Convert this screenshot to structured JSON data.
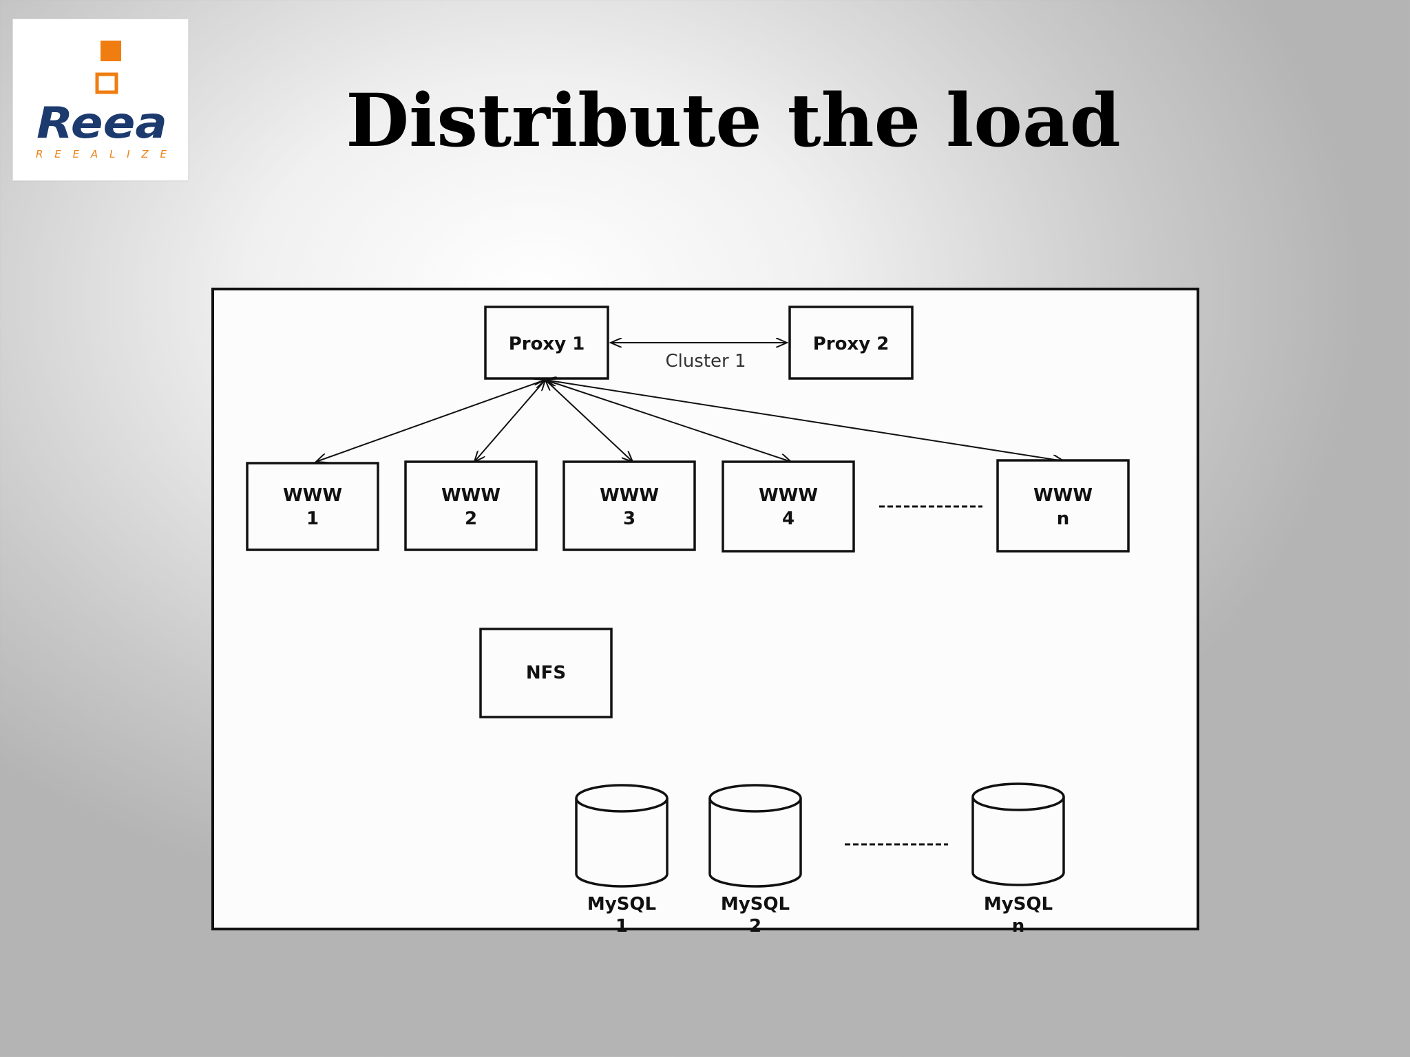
{
  "slide": {
    "title": "Distribute the load"
  },
  "logo": {
    "name": "Reea",
    "tagline": "REEALIZE",
    "colors": {
      "orange": "#f07d10",
      "navy": "#1c3a6e"
    }
  },
  "diagram": {
    "proxies": [
      {
        "label": "Proxy 1"
      },
      {
        "label": "Proxy 2"
      }
    ],
    "cluster_label": "Cluster 1",
    "web_servers": [
      {
        "line1": "WWW",
        "line2": "1"
      },
      {
        "line1": "WWW",
        "line2": "2"
      },
      {
        "line1": "WWW",
        "line2": "3"
      },
      {
        "line1": "WWW",
        "line2": "4"
      },
      {
        "line1": "WWW",
        "line2": "n"
      }
    ],
    "nfs": {
      "label": "NFS"
    },
    "databases": [
      {
        "line1": "MySQL",
        "line2": "1"
      },
      {
        "line1": "MySQL",
        "line2": "2"
      },
      {
        "line1": "MySQL",
        "line2": "n"
      }
    ]
  }
}
